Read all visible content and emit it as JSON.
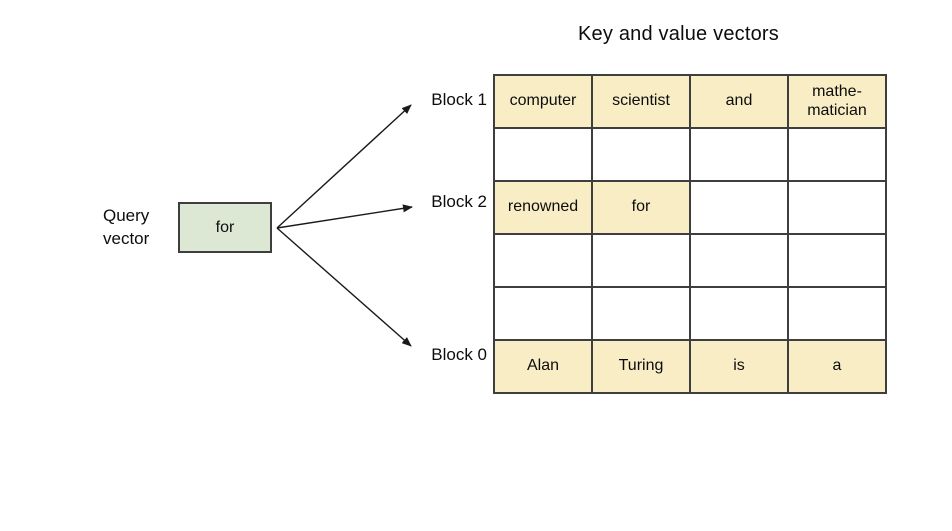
{
  "title": "Key and value vectors",
  "query_vector": {
    "label": "Query\nvector",
    "box_text": "for"
  },
  "block_labels": {
    "block1": "Block 1",
    "block2": "Block 2",
    "block0": "Block 0"
  },
  "table": {
    "rows": [
      {
        "cells": [
          "computer",
          "scientist",
          "and",
          "mathe-\nmatician"
        ],
        "highlighted": [
          true,
          true,
          true,
          true
        ]
      },
      {
        "cells": [
          "",
          "",
          "",
          ""
        ],
        "highlighted": [
          false,
          false,
          false,
          false
        ]
      },
      {
        "cells": [
          "renowned",
          "for",
          "",
          ""
        ],
        "highlighted": [
          true,
          true,
          false,
          false
        ]
      },
      {
        "cells": [
          "",
          "",
          "",
          ""
        ],
        "highlighted": [
          false,
          false,
          false,
          false
        ]
      },
      {
        "cells": [
          "",
          "",
          "",
          ""
        ],
        "highlighted": [
          false,
          false,
          false,
          false
        ]
      },
      {
        "cells": [
          "Alan",
          "Turing",
          "is",
          "a"
        ],
        "highlighted": [
          true,
          true,
          true,
          true
        ]
      }
    ]
  },
  "colors": {
    "highlight": "#f8edc4",
    "query_box_fill": "#dce8d3",
    "border": "#3e3e3e",
    "arrow": "#1a1a1a"
  }
}
